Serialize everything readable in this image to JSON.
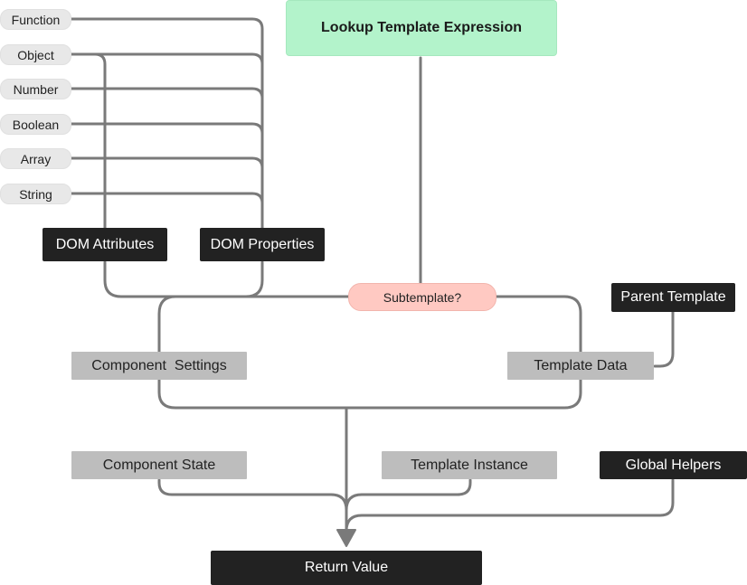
{
  "colors": {
    "wire": "#7a7a7a",
    "dark": "#222222",
    "gray": "#bdbdbd",
    "green": "#b3f3cb",
    "pink": "#ffc9c2",
    "pill": "#e8e8e8"
  },
  "types": {
    "function": "Function",
    "object": "Object",
    "number": "Number",
    "boolean": "Boolean",
    "array": "Array",
    "string": "String"
  },
  "dom_attributes": "DOM Attributes",
  "dom_properties": "DOM Properties",
  "lookup": "Lookup Template Expression",
  "subtemplate": "Subtemplate?",
  "parent_template": "Parent Template",
  "component_settings": "Component  Settings",
  "template_data": "Template Data",
  "component_state": "Component State",
  "template_instance": "Template Instance",
  "global_helpers": "Global Helpers",
  "return_value": "Return Value"
}
